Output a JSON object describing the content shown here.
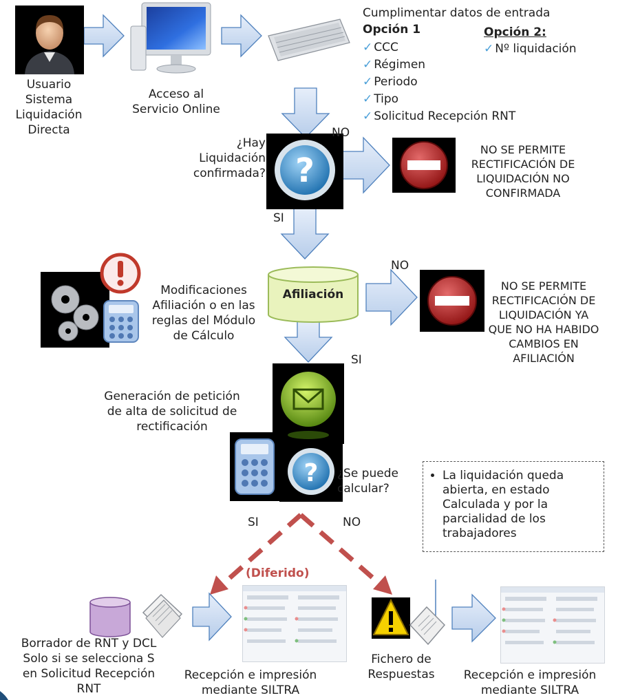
{
  "actors": {
    "user_label_lines": [
      "Usuario",
      "Sistema",
      "Liquidación",
      "Directa"
    ],
    "access_label_lines": [
      "Acceso al",
      "Servicio Online"
    ]
  },
  "input_data": {
    "title": "Cumplimentar datos de entrada",
    "option1_title": "Opción 1",
    "option1_items": [
      "CCC",
      "Régimen",
      "Periodo",
      "Tipo",
      "Solicitud Recepción RNT"
    ],
    "option2_title": "Opción 2:",
    "option2_items": [
      "Nº liquidación"
    ]
  },
  "decision1": {
    "question_lines": [
      "¿Hay",
      "Liquidación",
      "confirmada?"
    ],
    "no_label": "NO",
    "yes_label": "SI",
    "reject_lines": [
      "NO SE PERMITE",
      "RECTIFICACIÓN DE",
      "LIQUIDACIÓN NO",
      "CONFIRMADA"
    ]
  },
  "afiliacion": {
    "db_label": "Afiliación",
    "changes_lines": [
      "Modificaciones",
      "Afiliación o en las",
      "reglas del Módulo",
      "de Cálculo"
    ],
    "no_label": "NO",
    "yes_label": "SI",
    "reject_lines": [
      "NO SE PERMITE",
      "RECTIFICACIÓN DE",
      "LIQUIDACIÓN YA",
      "QUE NO HA HABIDO",
      "CAMBIOS EN",
      "AFILIACIÓN"
    ]
  },
  "request": {
    "label_lines": [
      "Generación de petición",
      "de alta de solicitud de",
      "rectificación"
    ]
  },
  "calc": {
    "question_lines": [
      "¿Se puede",
      "calcular?"
    ],
    "yes_label": "SI",
    "no_label": "NO",
    "deferred_label": "(Diferido)"
  },
  "note": {
    "items": [
      "La liquidación queda abierta, en estado Calculada y por la parcialidad de los trabajadores"
    ]
  },
  "outputs": {
    "draft_label_lines": [
      "Borrador de RNT y DCL",
      "Solo si se selecciona S",
      "en Solicitud Recepción",
      "RNT"
    ],
    "reception_left_lines": [
      "Recepción e impresión",
      "mediante SILTRA"
    ],
    "response_file_lines": [
      "Fichero de",
      "Respuestas"
    ],
    "reception_right_lines": [
      "Recepción e impresión",
      "mediante SILTRA"
    ]
  },
  "colors": {
    "arrow_fill": "#c9dcf3",
    "arrow_stroke": "#4f81bd",
    "db_fill": "#e7f1b8",
    "dashed_arrow": "#c0504d"
  }
}
